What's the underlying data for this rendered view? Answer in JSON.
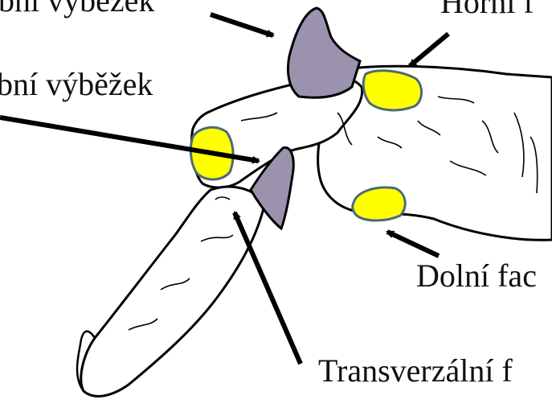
{
  "labels": {
    "top_left": "ubní výběžek",
    "top_right": "Horní f",
    "mid_left": "bní výběžek",
    "bottom_right": "Dolní fac",
    "bottom": "Transverzální f"
  },
  "colors": {
    "bone_fill": "#ffffff",
    "outline": "#000000",
    "process_fill": "#9b93ad",
    "facet_fill": "#ffff00",
    "facet_border": "#4a6a7a",
    "arrow": "#000000"
  }
}
